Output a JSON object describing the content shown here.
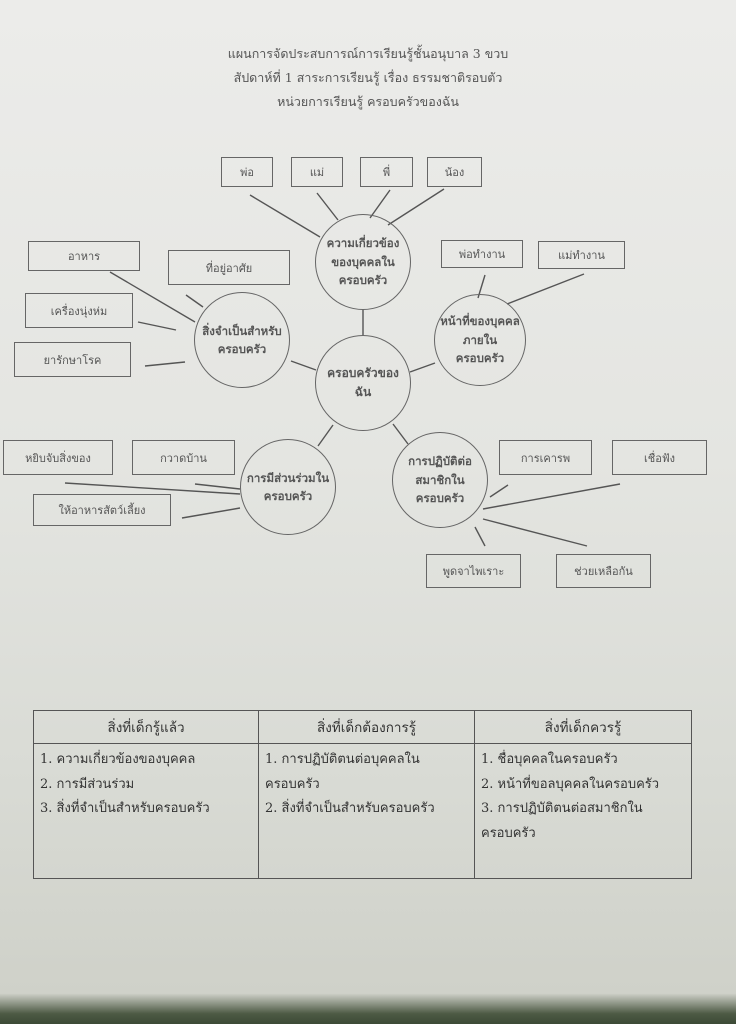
{
  "header": {
    "line1": "แผนการจัดประสบการณ์การเรียนรู้ชั้นอนุบาล 3 ขวบ",
    "line2": "สัปดาห์ที่ 1 สาระการเรียนรู้ เรื่อง ธรรมชาติรอบตัว",
    "line3": "หน่วยการเรียนรู้ ครอบครัวของฉัน"
  },
  "diagram": {
    "center": "ครอบครัวของฉัน",
    "branches": {
      "relations": {
        "label": "ความเกี่ยวข้องของบุคคลในครอบครัว",
        "items": [
          "พ่อ",
          "แม่",
          "พี่",
          "น้อง"
        ]
      },
      "necessities": {
        "label": "สิ่งจำเป็นสำหรับครอบครัว",
        "items": [
          "อาหาร",
          "ที่อยู่อาศัย",
          "เครื่องนุ่งห่ม",
          "ยารักษาโรค"
        ]
      },
      "duties": {
        "label": "หน้าที่ของบุคคลภายในครอบครัว",
        "items": [
          "พ่อทำงาน",
          "แม่ทำงาน"
        ]
      },
      "participation": {
        "label": "การมีส่วนร่วมในครอบครัว",
        "items": [
          "หยิบจับสิ่งของ",
          "กวาดบ้าน",
          "ให้อาหารสัตว์เลี้ยง"
        ]
      },
      "conduct": {
        "label": "การปฏิบัติต่อสมาชิกในครอบครัว",
        "items": [
          "การเคารพ",
          "เชื่อฟัง",
          "พูดจาไพเราะ",
          "ช่วยเหลือกัน"
        ]
      }
    }
  },
  "table": {
    "headers": [
      "สิ่งที่เด็กรู้แล้ว",
      "สิ่งที่เด็กต้องการรู้",
      "สิ่งที่เด็กควรรู้"
    ],
    "columns": [
      [
        "1. ความเกี่ยวข้องของบุคคล",
        "2. การมีส่วนร่วม",
        "3. สิ่งที่จำเป็นสำหรับครอบครัว"
      ],
      [
        "1. การปฏิบัติตนต่อบุคคลในครอบครัว",
        "2. สิ่งที่จำเป็นสำหรับครอบครัว"
      ],
      [
        "1. ชื่อบุคคลในครอบครัว",
        "2. หน้าที่ขอลบุคคลในครอบครัว",
        "3. การปฏิบัติตนต่อสมาชิกในครอบครัว"
      ]
    ]
  }
}
